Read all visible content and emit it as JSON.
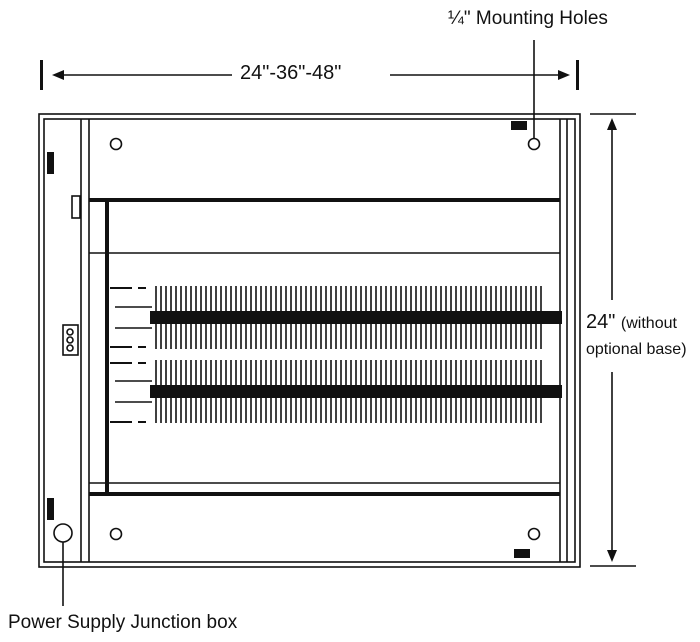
{
  "labels": {
    "mounting_holes": "¼\" Mounting Holes",
    "width": "24\"-36\"-48\"",
    "height_main": "24\"",
    "height_note_1": "(without",
    "height_note_2": "optional base)",
    "junction_box": "Power Supply Junction box"
  },
  "colors": {
    "stroke": "#111111",
    "background": "#ffffff"
  }
}
